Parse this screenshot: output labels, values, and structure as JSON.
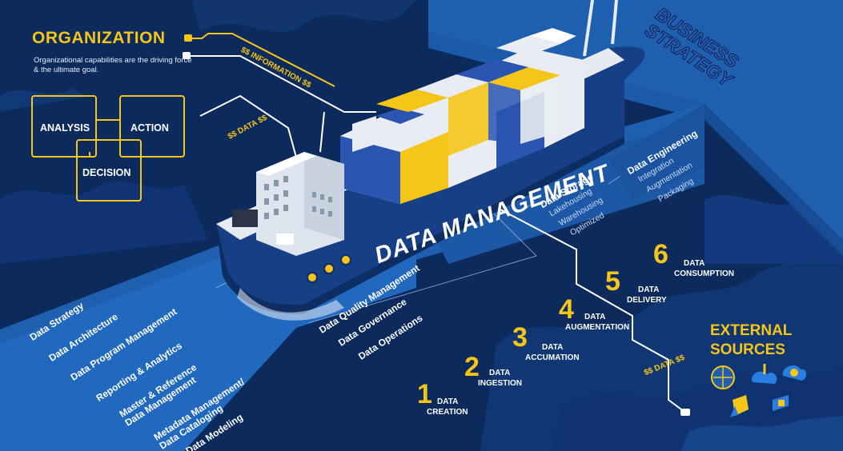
{
  "organization": {
    "title": "ORGANIZATION",
    "subtitle": "Organizational capabilities are the driving force & the ultimate goal.",
    "cycle": {
      "analysis": "ANALYSIS",
      "action": "ACTION",
      "decision": "DECISION"
    }
  },
  "flows": {
    "information": "$$ INFORMATION $$",
    "data_left": "$$ DATA $$",
    "data_right": "$$ DATA $$"
  },
  "business_strategy": "BUSINESS STRATEGY",
  "ship": {
    "title": "DATA MANAGEMENT",
    "quality_items": [
      "Data Quality Management",
      "Data Governance",
      "Data Operations"
    ]
  },
  "deck_items": [
    "Data Strategy",
    "Data Architecture",
    "Data Program Management",
    "Reporting & Analytics",
    "Master & Reference Data Management",
    "Metadata Management/ Data Cataloging",
    "Data Modeling"
  ],
  "data_storage": {
    "title": "Data Storage",
    "items": [
      "Lakehousing",
      "Warehousing",
      "Optimized"
    ]
  },
  "data_engineering": {
    "title": "Data Engineering",
    "items": [
      "Integration",
      "Augmentation",
      "Packaging"
    ]
  },
  "steps": [
    {
      "num": "1",
      "line1": "DATA",
      "line2": "CREATION"
    },
    {
      "num": "2",
      "line1": "DATA",
      "line2": "INGESTION"
    },
    {
      "num": "3",
      "line1": "DATA",
      "line2": "ACCUMATION"
    },
    {
      "num": "4",
      "line1": "DATA",
      "line2": "AUGMENTATION"
    },
    {
      "num": "5",
      "line1": "DATA",
      "line2": "DELIVERY"
    },
    {
      "num": "6",
      "line1": "DATA",
      "line2": "CONSUMPTION"
    }
  ],
  "external_sources": {
    "title": "EXTERNAL SOURCES",
    "icons": [
      "globe-icon",
      "cloud-download-icon",
      "cloud-sync-icon",
      "folder-icon",
      "laptop-icon"
    ]
  },
  "colors": {
    "background": "#0c2a5c",
    "accent": "#f5c518",
    "platform": "#1f5fb0",
    "hull": "#163f86",
    "container_blue": "#2a55b0",
    "container_yellow": "#f5c518",
    "container_white": "#e9edf3"
  }
}
